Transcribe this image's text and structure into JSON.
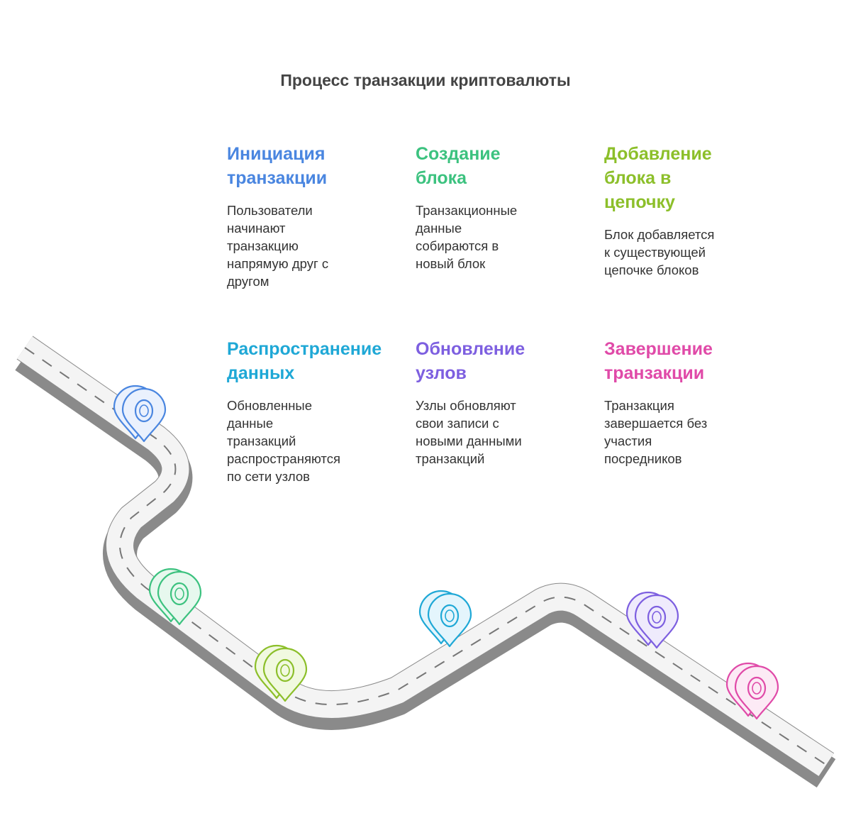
{
  "title": "Процесс транзакции криптовалюты",
  "steps": [
    {
      "title": "Инициация\nтранзакции",
      "desc": "Пользователи\nначинают\nтранзакцию\nнапрямую друг с\nдругом",
      "color": "#4A86E0"
    },
    {
      "title": "Создание\nблока",
      "desc": "Транзакционные\nданные\nсобираются в\nновый блок",
      "color": "#3CC27F"
    },
    {
      "title": "Добавление\nблока в\nцепочку",
      "desc": "Блок добавляется\nк существующей\nцепочке блоков",
      "color": "#8CBF2A"
    },
    {
      "title": "Распространение\nданных",
      "desc": "Обновленные\nданные\nтранзакций\nраспространяются\nпо сети узлов",
      "color": "#1FA8D6"
    },
    {
      "title": "Обновление\nузлов",
      "desc": "Узлы обновляют\nсвои записи с\nновыми данными\nтранзакций",
      "color": "#7D5FE0"
    },
    {
      "title": "Завершение\nтранзакции",
      "desc": "Транзакция\nзавершается без\nучастия\nпосредников",
      "color": "#E04AA8"
    }
  ],
  "markers": [
    {
      "color": "#4A86E0",
      "fill": "#EAF1FD"
    },
    {
      "color": "#3CC27F",
      "fill": "#E7F8EE"
    },
    {
      "color": "#8CBF2A",
      "fill": "#F1F9E0"
    },
    {
      "color": "#1FA8D6",
      "fill": "#E4F5FC"
    },
    {
      "color": "#7D5FE0",
      "fill": "#EFEBFC"
    },
    {
      "color": "#E04AA8",
      "fill": "#FCEAF5"
    }
  ],
  "road": {
    "color": "#F4F4F4",
    "edge": "#8A8A8A",
    "dash": "#777777"
  }
}
